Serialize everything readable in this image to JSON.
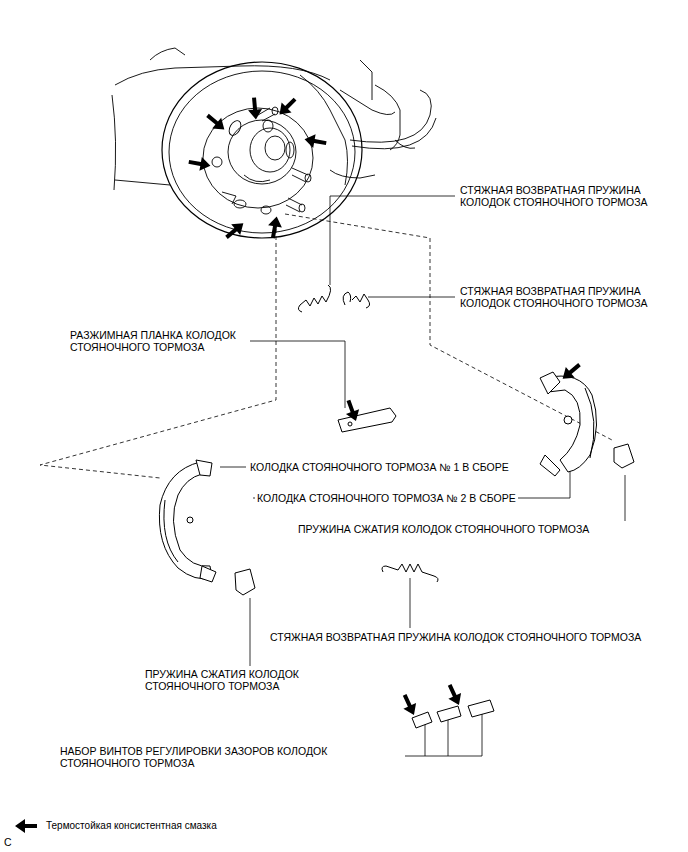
{
  "diagram": {
    "labels": [
      "СТЯЖНАЯ ВОЗВРАТНАЯ ПРУЖИНА КОЛОДОК СТОЯНОЧНОГО ТОРМОЗА",
      "СТЯЖНАЯ ВОЗВРАТНАЯ ПРУЖИНА КОЛОДОК СТОЯНОЧНОГО ТОРМОЗА",
      "РАЗЖИМНАЯ ПЛАНКА КОЛОДОК СТОЯНОЧНОГО ТОРМОЗА",
      "КОЛОДКА СТОЯНОЧНОГО ТОРМОЗА № 1 В СБОРЕ",
      "КОЛОДКА СТОЯНОЧНОГО ТОРМОЗА № 2 В СБОРЕ",
      "ПРУЖИНА СЖАТИЯ КОЛОДОК СТОЯНОЧНОГО ТОРМОЗА",
      "СТЯЖНАЯ ВОЗВРАТНАЯ ПРУЖИНА КОЛОДОК СТОЯНОЧНОГО ТОРМОЗА",
      "ПРУЖИНА СЖАТИЯ КОЛОДОК СТОЯНОЧНОГО ТОРМОЗА",
      "НАБОР ВИНТОВ РЕГУЛИРОВКИ ЗАЗОРОВ КОЛОДОК СТОЯНОЧНОГО ТОРМОЗА",
      "C"
    ],
    "legend": [
      {
        "text": "Термостойкая консистентная смазка"
      }
    ]
  }
}
